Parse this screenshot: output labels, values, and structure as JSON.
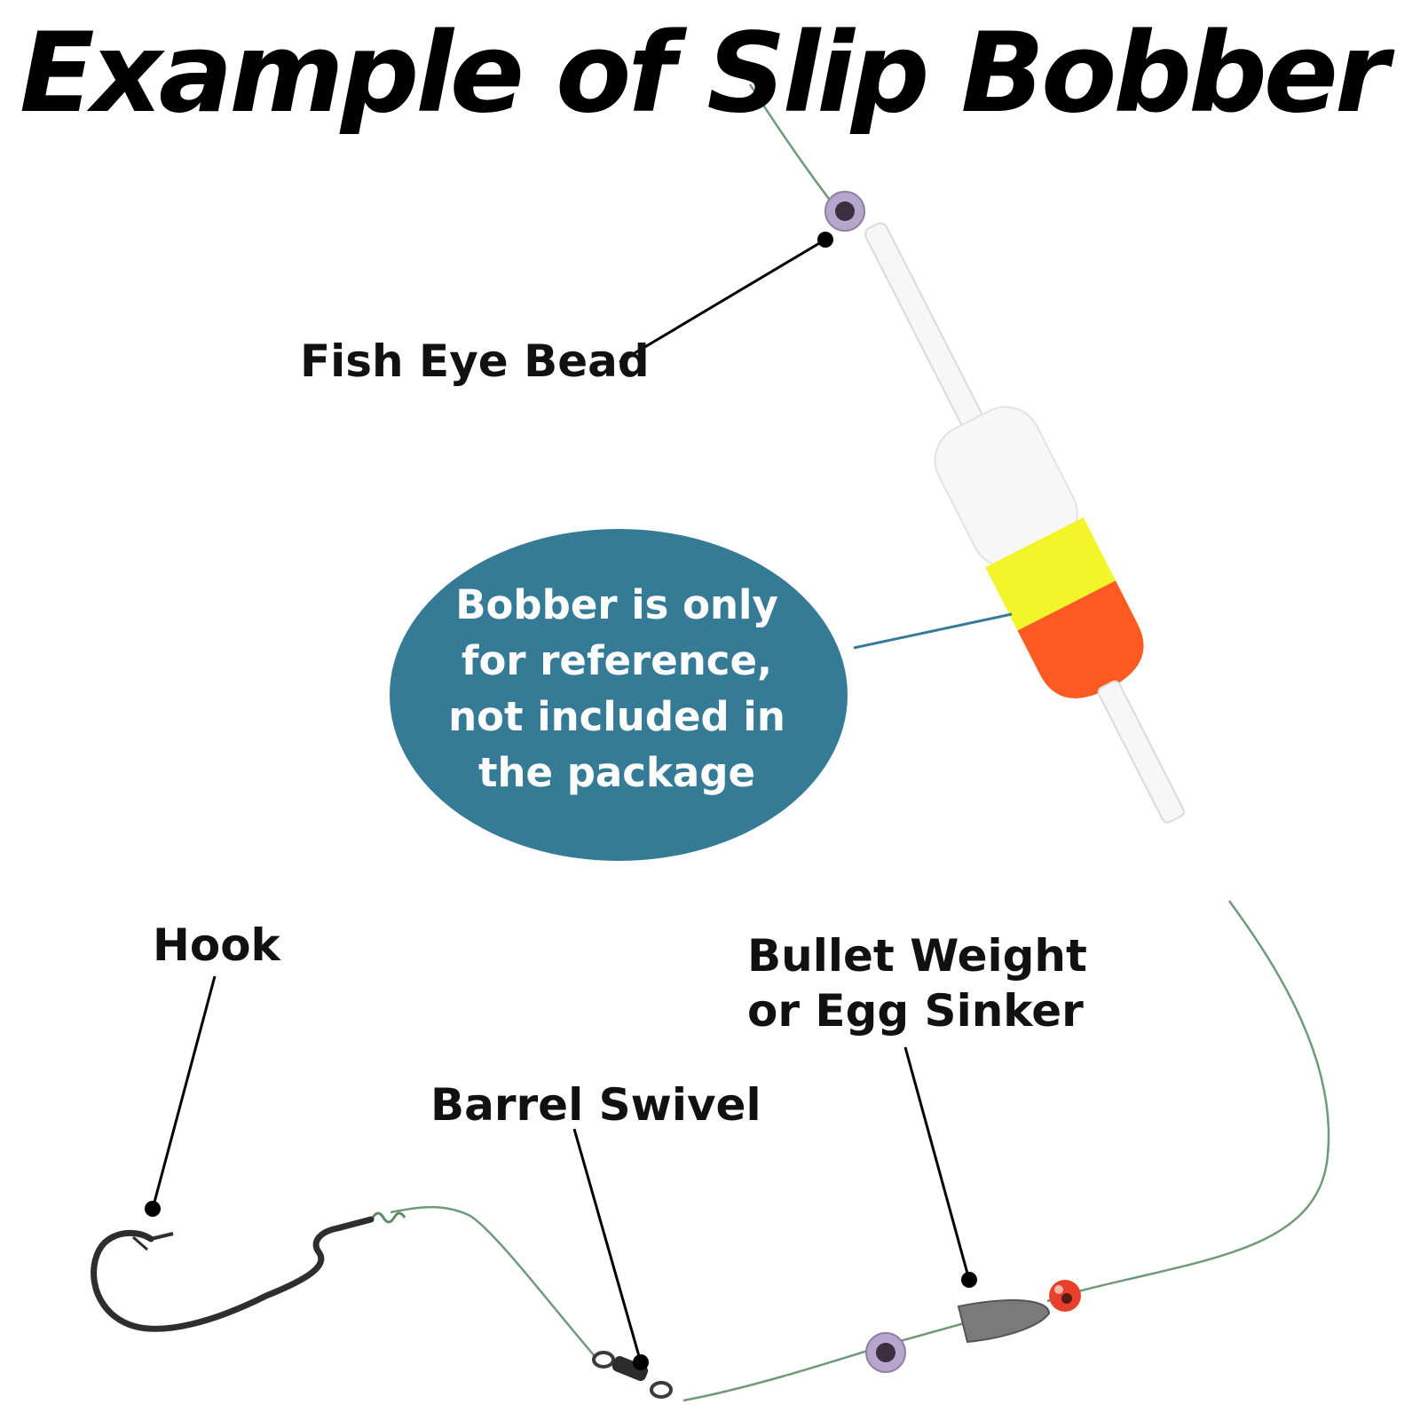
{
  "title": "Example of Slip Bobber Rig",
  "labels": {
    "fish_eye_bead": "Fish Eye Bead",
    "hook": "Hook",
    "bullet_weight_line1": "Bullet Weight",
    "bullet_weight_line2": "or Egg Sinker",
    "barrel_swivel": "Barrel Swivel"
  },
  "callout": {
    "text": "Bobber is only for reference, not included in the package",
    "color": "#367B96"
  },
  "colors": {
    "line": "#6F9A78",
    "bobber_white": "#F7F7F7",
    "bobber_yellow": "#F2F52A",
    "bobber_orange": "#FF5A22",
    "bead_purple": "#B6A6CC",
    "sinker_gray": "#7A7A7A",
    "red_bead": "#E8402C"
  }
}
